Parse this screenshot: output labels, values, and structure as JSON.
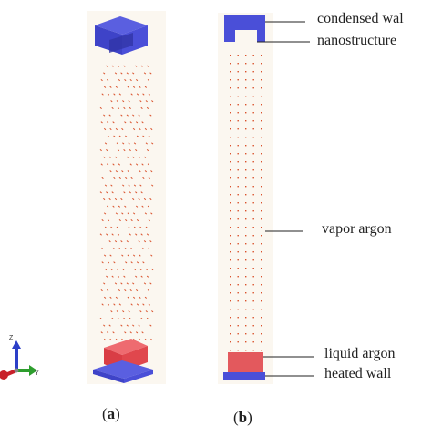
{
  "panels": {
    "a": {
      "open": "(",
      "letter": "a",
      "close": ")"
    },
    "b": {
      "open": "(",
      "letter": "b",
      "close": ")"
    }
  },
  "labels": {
    "condensed_wall": "condensed wal",
    "nanostructure": "nanostructure",
    "vapor_argon": "vapor argon",
    "liquid_argon": "liquid argon",
    "heated_wall": "heated wall"
  },
  "axes": {
    "z": "Z",
    "y": "Y"
  },
  "colors": {
    "wall": "#4a4fd8",
    "liquid": "#e0474d",
    "vapor": "#d9502a",
    "column_bg": "#fbf7f0",
    "axis_z": "#2c3fc8",
    "axis_y": "#2e9e2e",
    "axis_x": "#c8202a"
  }
}
